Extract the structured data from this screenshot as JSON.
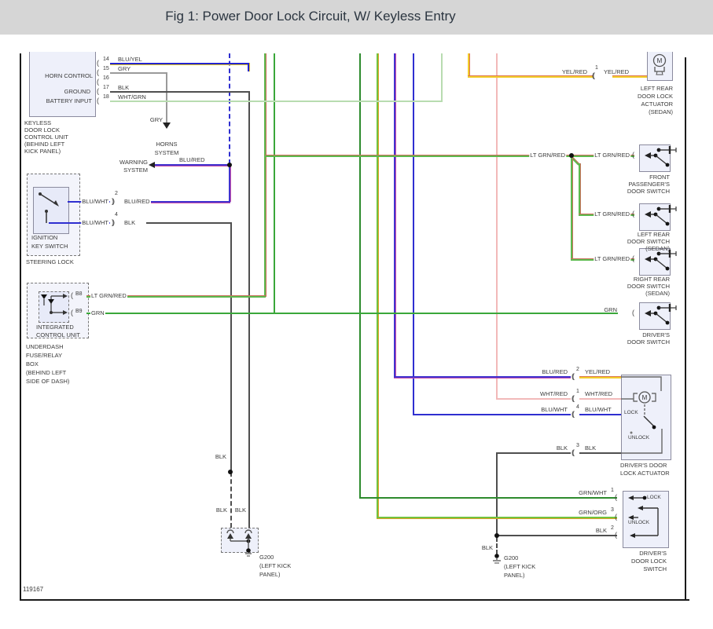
{
  "title": "Fig 1: Power Door Lock Circuit, W/ Keyless Entry",
  "figure_number": "119167",
  "glyphs": {
    "pin_open": "(",
    "pin_double": "((",
    "pin_double_r": "))"
  },
  "wire_colors": {
    "blu_yel": "#2424cf",
    "gry": "#9a9a9a",
    "blk": "#4f4f4f",
    "wht_grn": "#b8dcb0",
    "blu_red": "#4031cf",
    "blu_wht": "#2f2fd0",
    "lt_grn_red": "#5cba4e",
    "grn": "#3aa73a",
    "yel_red": "#f2cd2a",
    "wht_red": "#f2b9b9",
    "grn_wht": "#2e8b2e",
    "grn_org": "#71c23e"
  },
  "keyless_unit": {
    "functions": [
      "HORN CONTROL",
      "GROUND",
      "BATTERY INPUT"
    ],
    "pins": [
      {
        "num": "14",
        "wire": "BLU/YEL"
      },
      {
        "num": "15",
        "wire": "GRY"
      },
      {
        "num": "16",
        "wire": ""
      },
      {
        "num": "17",
        "wire": "BLK"
      },
      {
        "num": "18",
        "wire": "WHT/GRN"
      }
    ],
    "name_lines": [
      "KEYLESS",
      "DOOR LOCK",
      "CONTROL UNIT",
      "(BEHIND LEFT",
      "KICK PANEL)"
    ]
  },
  "horns": {
    "wire": "GRY",
    "lines": [
      "HORNS",
      "SYSTEM"
    ]
  },
  "warning": {
    "wire": "BLU/RED",
    "lines": [
      "WARNING",
      "SYSTEM"
    ]
  },
  "ignition": {
    "pin2": {
      "num": "2",
      "left": "BLU/WHT",
      "right": "BLU/RED"
    },
    "pin4": {
      "num": "4",
      "left": "BLU/WHT",
      "right": "BLK"
    },
    "name_lines": [
      "IGNITION",
      "KEY SWITCH"
    ],
    "sub": "STEERING LOCK"
  },
  "icu": {
    "pin_b8": {
      "id": "B8",
      "wire": "LT GRN/RED"
    },
    "pin_b9": {
      "id": "B9",
      "wire": "GRN"
    },
    "name_lines": [
      "INTEGRATED",
      "CONTROL UNIT"
    ],
    "sub_lines": [
      "UNDERDASH",
      "FUSE/RELAY",
      "BOX",
      "(BEHIND LEFT",
      "SIDE OF DASH)"
    ]
  },
  "lr_actuator": {
    "num": "1",
    "left": "YEL/RED",
    "right": "YEL/RED",
    "name_lines": [
      "LEFT REAR",
      "DOOR LOCK",
      "ACTUATOR",
      "(SEDAN)"
    ]
  },
  "door_switches": [
    {
      "wire": "LT GRN/RED",
      "wire2": "LT GRN/RED",
      "name_lines": [
        "FRONT",
        "PASSENGER'S",
        "DOOR SWITCH"
      ]
    },
    {
      "wire": "LT GRN/RED",
      "name_lines": [
        "LEFT REAR",
        "DOOR SWITCH",
        "(SEDAN)"
      ]
    },
    {
      "wire": "LT GRN/RED",
      "name_lines": [
        "RIGHT REAR",
        "DOOR SWITCH",
        "(SEDAN)"
      ]
    },
    {
      "wire": "GRN",
      "name_lines": [
        "DRIVER'S",
        "DOOR SWITCH"
      ]
    }
  ],
  "dd_actuator": {
    "pins": [
      {
        "num": "2",
        "left": "BLU/RED",
        "right": "YEL/RED"
      },
      {
        "num": "1",
        "left": "WHT/RED",
        "right": "WHT/RED"
      },
      {
        "num": "4",
        "left": "BLU/WHT",
        "right": "BLU/WHT"
      },
      {
        "num": "3",
        "left": "BLK",
        "right": "BLK"
      }
    ],
    "lock": "LOCK",
    "unlock": "UNLOCK",
    "name_lines": [
      "DRIVER'S DOOR",
      "LOCK ACTUATOR"
    ]
  },
  "dd_switch": {
    "pins": [
      {
        "num": "1",
        "left": "GRN/WHT"
      },
      {
        "num": "3",
        "left": "GRN/ORG"
      },
      {
        "num": "2",
        "left": "BLK"
      }
    ],
    "lock": "LOCK",
    "unlock": "UNLOCK",
    "name_lines": [
      "DRIVER'S",
      "DOOR LOCK",
      "SWITCH"
    ]
  },
  "ground_left": {
    "wire_top": "BLK",
    "wire_a": "BLK",
    "wire_b": "BLK",
    "id": "G200",
    "loc_lines": [
      "(LEFT KICK",
      "PANEL)"
    ]
  },
  "ground_right": {
    "wire": "BLK",
    "id": "G200",
    "loc_lines": [
      "(LEFT KICK",
      "PANEL)"
    ]
  }
}
